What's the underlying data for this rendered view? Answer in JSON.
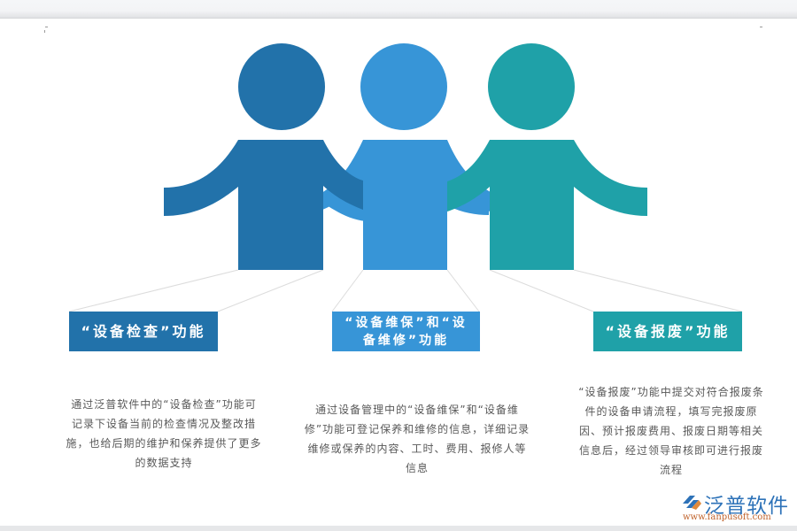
{
  "colors": {
    "figure_1": "#2272AA",
    "figure_2": "#3795D7",
    "figure_3": "#1FA1A8",
    "connector": "#d9d9d9",
    "desc_text": "#595959",
    "logo_blue": "#2d72b8",
    "logo_orange": "#c0622b"
  },
  "sections": [
    {
      "title": "“设备检查”功能",
      "description": "通过泛普软件中的“设备检查”功能可记录下设备当前的检查情况及整改措施，也给后期的维护和保养提供了更多的数据支持"
    },
    {
      "title": "“设备维保”和“设备维修”功能",
      "description": "通过设备管理中的“设备维保”和“设备维修”功能可登记保养和维修的信息，详细记录维修或保养的内容、工时、费用、报修人等信息"
    },
    {
      "title": "“设备报废”功能",
      "description": "“设备报废”功能中提交对符合报废条件的设备申请流程，填写完报废原因、预计报废费用、报废日期等相关信息后，经过领导审核即可进行报废流程"
    }
  ],
  "logo": {
    "name": "泛普软件",
    "url": "www.fanpusoft.com"
  }
}
